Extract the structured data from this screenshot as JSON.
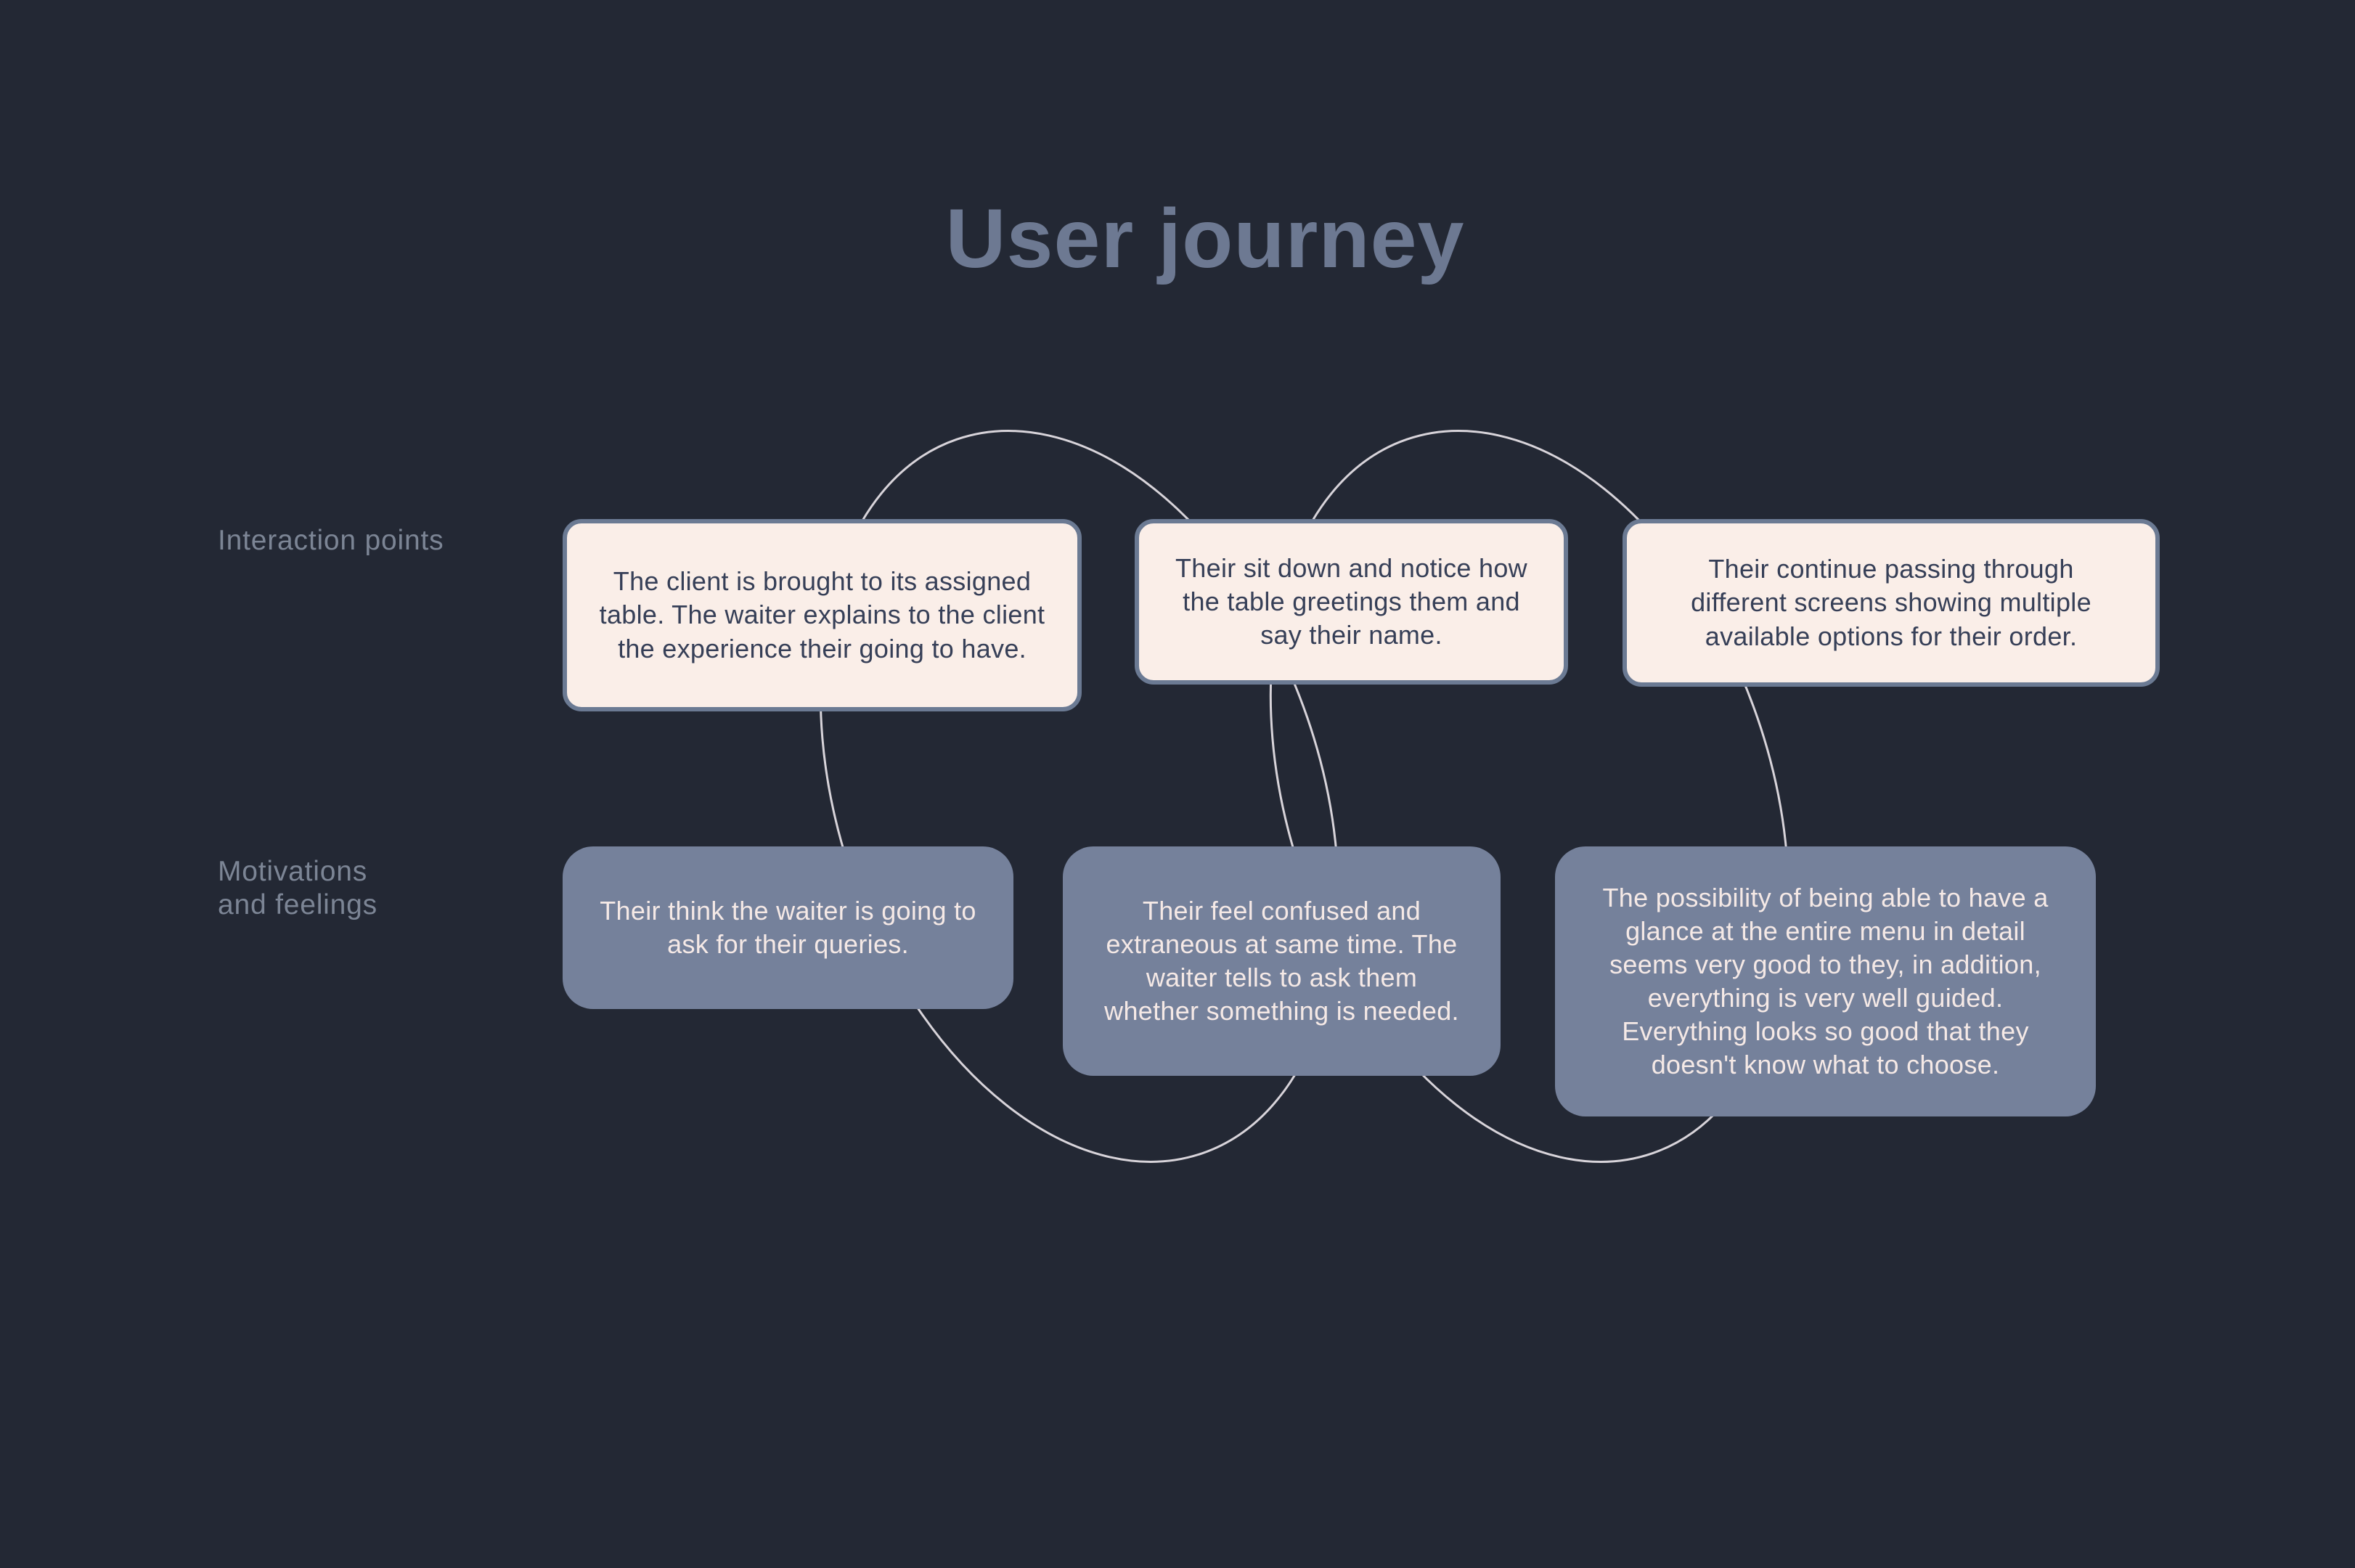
{
  "title": "User journey",
  "row_labels": {
    "interaction": "Interaction points",
    "motivations": "Motivations\nand feelings"
  },
  "cards": {
    "interaction_points": [
      {
        "text": "The client is brought to its assigned table. The waiter explains to the client the experience their going to have."
      },
      {
        "text": "Their sit down and notice how the table greetings them and say their name."
      },
      {
        "text": "Their continue passing through different screens showing multiple available options for their order."
      }
    ],
    "motivations_feelings": [
      {
        "text": "Their think the waiter is going to ask for their queries."
      },
      {
        "text": "Their feel confused and extraneous at same time. The waiter tells to ask them whether something is needed."
      },
      {
        "text": "The possibility of being able to have a glance at the entire menu in detail seems very good to they, in addition, everything is very well guided. Everything looks so good that they doesn't know what to choose."
      }
    ]
  },
  "colors": {
    "background": "#232834",
    "card_cream": "#faeee8",
    "card_cream_border": "#6b7a93",
    "card_cream_text": "#363f57",
    "card_gray": "#75819b",
    "card_gray_text": "#f5e9e6",
    "title": "#6d7992",
    "label": "#7c8595",
    "curve": "#d8d4da"
  }
}
